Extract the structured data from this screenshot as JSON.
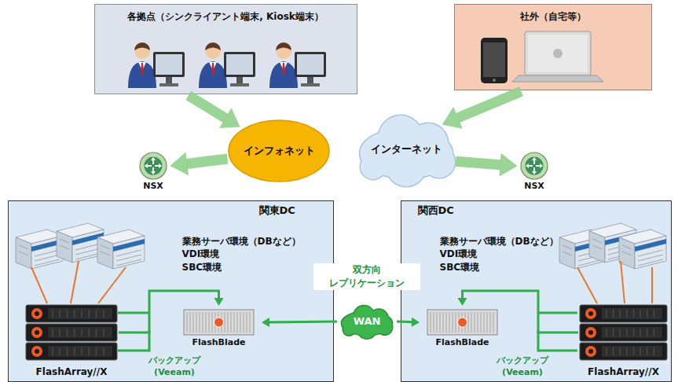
{
  "diagram": {
    "nodes": [
      {
        "text": [
          "各拠点（シンクライアント端末, Kiosk端末）"
        ]
      },
      {
        "text": [
          "社外（自宅等）"
        ]
      },
      {
        "text": [
          "インフォネット"
        ]
      },
      {
        "text": [
          "インターネット"
        ]
      },
      {
        "text": [
          "NSX"
        ]
      },
      {
        "text": [
          "NSX"
        ]
      },
      {
        "text": [
          "関東DC",
          "業務サーバ環境（DBなど） VDI環境 SBC環境"
        ]
      },
      {
        "text": [
          "FlashArray//X"
        ],
        "in": 6
      },
      {
        "text": [
          "FlashBlade"
        ],
        "in": 6
      },
      {
        "text": [
          "WAN"
        ]
      },
      {
        "text": [
          "関西DC",
          "業務サーバ環境（DBなど） VDI環境 SBC環境"
        ]
      },
      {
        "text": [
          "FlashBlade"
        ],
        "in": 10
      },
      {
        "text": [
          "FlashArray//X"
        ],
        "in": 10
      }
    ],
    "edges": [
      {
        "from": 0,
        "to": 2,
        "arrow": "to"
      },
      {
        "from": 2,
        "to": 4,
        "arrow": "to"
      },
      {
        "from": 1,
        "to": 3,
        "arrow": "to"
      },
      {
        "from": 3,
        "to": 5,
        "arrow": "to"
      },
      {
        "from": 7,
        "to": 8,
        "arrow": "to",
        "label": "バックアップ (Veeam)"
      },
      {
        "from": 12,
        "to": 11,
        "arrow": "to",
        "label": "バックアップ (Veeam)"
      },
      {
        "from": 9,
        "to": 8,
        "arrow": "to"
      },
      {
        "from": 9,
        "to": 11,
        "arrow": "to"
      }
    ],
    "labels": [
      "双方向 レプリケーション"
    ]
  }
}
